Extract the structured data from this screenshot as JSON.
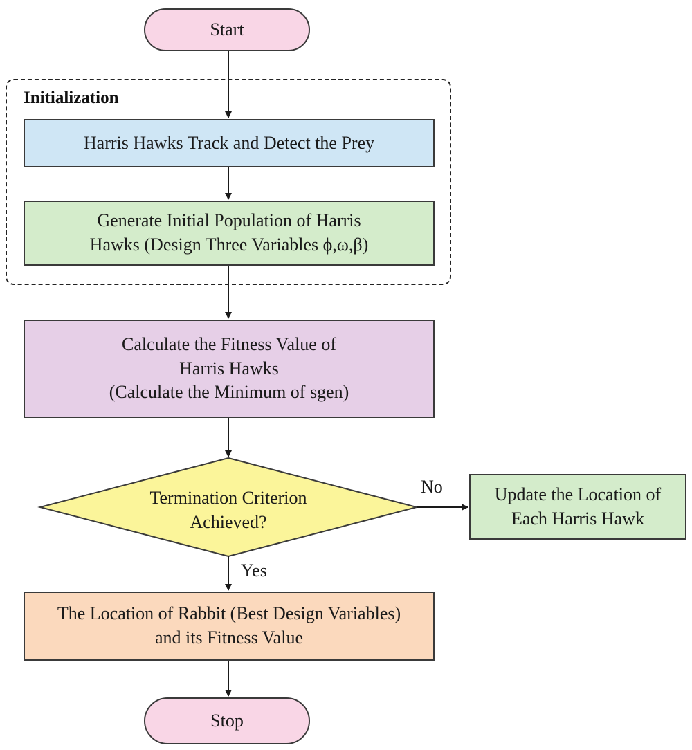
{
  "flowchart": {
    "start": "Start",
    "initialization_title": "Initialization",
    "track": "Harris Hawks Track and Detect the Prey",
    "generate": [
      "Generate Initial Population of Harris",
      "Hawks (Design Three Variables ϕ,ω,β)"
    ],
    "fitness": [
      "Calculate the Fitness Value of",
      "Harris Hawks",
      "(Calculate the Minimum of sgen)"
    ],
    "decision": [
      "Termination Criterion",
      "Achieved?"
    ],
    "no_label": "No",
    "yes_label": "Yes",
    "update": [
      "Update the Location of",
      "Each Harris Hawk"
    ],
    "result": [
      "The Location of Rabbit (Best Design Variables)",
      "and its Fitness Value"
    ],
    "stop": "Stop"
  },
  "colors": {
    "terminal_fill": "#f9d6e6",
    "track_fill": "#cfe6f5",
    "generate_fill": "#d4eccb",
    "fitness_fill": "#e6cfe7",
    "decision_fill": "#fbf59a",
    "update_fill": "#d4eccb",
    "result_fill": "#fbd9bd",
    "stroke": "#3a3a3a"
  }
}
